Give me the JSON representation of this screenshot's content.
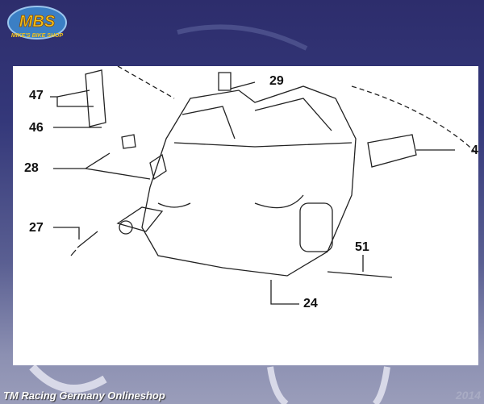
{
  "logo": {
    "text": "MBS",
    "subtext": "MIKE'S BIKE SHOP"
  },
  "diagram": {
    "part_labels": [
      "47",
      "46",
      "28",
      "27",
      "29",
      "4",
      "51",
      "24"
    ]
  },
  "footer": {
    "shop_name": "TM Racing Germany  Onlineshop",
    "year": "2014"
  },
  "colors": {
    "bg_top": "#2d2d6c",
    "bg_bottom": "#9a9dba",
    "logo_gold": "#f2c21b"
  }
}
